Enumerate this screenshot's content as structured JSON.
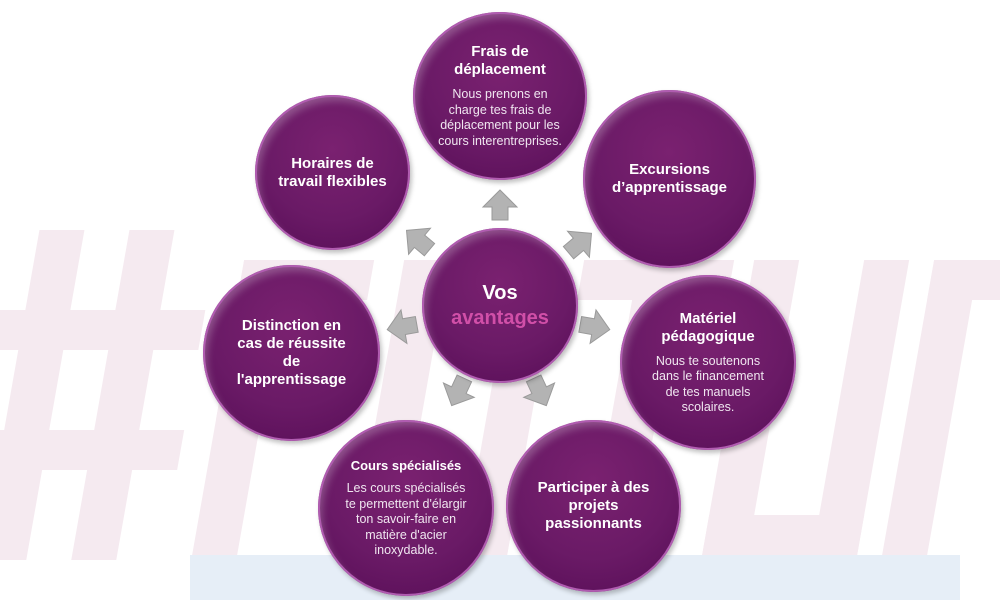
{
  "watermark": "#FUTURE",
  "center": {
    "line1": "Vos",
    "line2": "avantages"
  },
  "items": [
    {
      "title": "Frais de déplacement",
      "text": "Nous prenons en charge tes frais de déplacement pour les cours interentreprises."
    },
    {
      "title": "Excursions d’apprentissage"
    },
    {
      "title": "Matériel pédagogique",
      "text": "Nous te soutenons dans le financement de tes manuels scolaires."
    },
    {
      "title": "Participer à des projets passionnants"
    },
    {
      "title": "Cours spécialisés",
      "text": "Les cours spécialisés te permettent d'élargir ton savoir-faire en matière d'acier inoxydable."
    },
    {
      "title": "Distinction en cas de réussite de l'apprentissage"
    },
    {
      "title": "Horaires de travail flexibles"
    }
  ],
  "colors": {
    "circle": "#6a1a66",
    "accent": "#d14fa8",
    "arrow": "#b3b3b3"
  }
}
